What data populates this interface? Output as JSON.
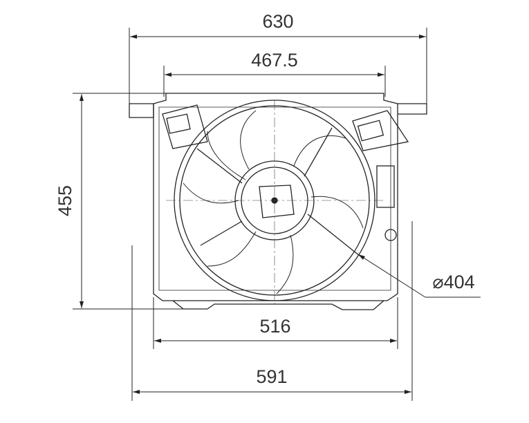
{
  "title": "Radiator cooling fan assembly dimension drawing",
  "dimensions": {
    "overall_width_top": "630",
    "shroud_top_width": "467.5",
    "height": "455",
    "shroud_body_width": "516",
    "overall_width_bottom": "591",
    "fan_diameter": "⌀404"
  },
  "colors": {
    "line": "#222222",
    "text": "#333333"
  }
}
